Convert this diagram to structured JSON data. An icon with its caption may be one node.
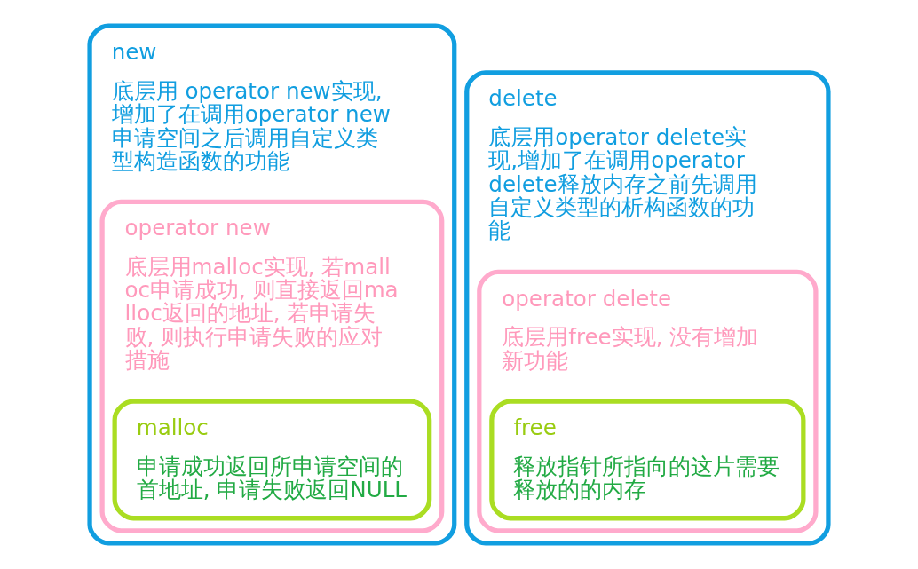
{
  "diagram": {
    "nodes": [
      {
        "text": [
          "new",
          "底层用 operator new实现, 增加了在调用operator new申请空间之后调用自定义类型构造函数的功能"
        ]
      },
      {
        "text": [
          "operator new",
          "底层用malloc实现, 若malloc申请成功, 则直接返回malloc返回的地址, 若申请失败, 则执行申请失败的应对措施"
        ],
        "in": 0
      },
      {
        "text": [
          "malloc",
          "申请成功返回所申请空间的首地址, 申请失败返回NULL"
        ],
        "in": 1
      },
      {
        "text": [
          "delete",
          "底层用operator delete实现,增加了在调用operator delete释放内存之前先调用自定义类型的析构函数的功能"
        ]
      },
      {
        "text": [
          "operator delete",
          "底层用free实现, 没有增加新功能"
        ],
        "in": 3
      },
      {
        "text": [
          "free",
          "释放指针所指向的这片需要释放的的内存"
        ],
        "in": 4
      }
    ],
    "edges": []
  }
}
